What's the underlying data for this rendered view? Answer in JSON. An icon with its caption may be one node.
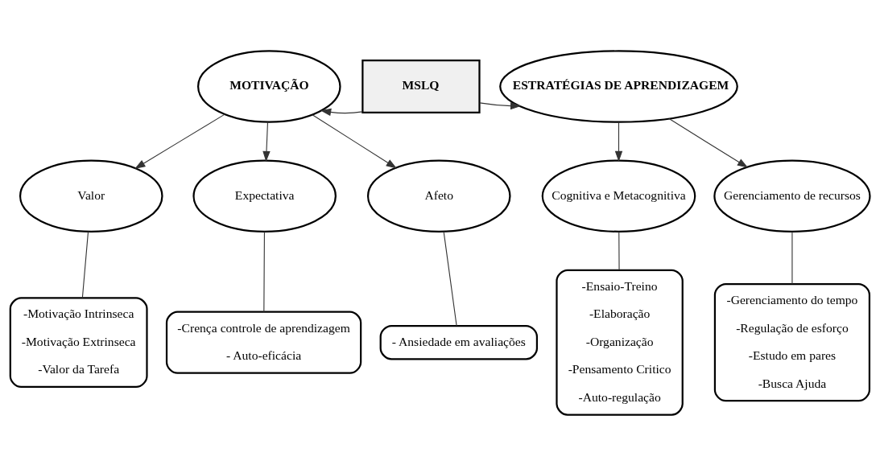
{
  "diagram": {
    "nodes": [
      {
        "text": [
          "MOTIVAÇÃO"
        ]
      },
      {
        "text": [
          "MSLQ"
        ]
      },
      {
        "text": [
          "ESTRATÉGIAS DE APRENDIZAGEM"
        ]
      },
      {
        "text": [
          "Valor"
        ]
      },
      {
        "text": [
          "Expectativa"
        ]
      },
      {
        "text": [
          "Afeto"
        ]
      },
      {
        "text": [
          "Cognitiva e Metacognitiva"
        ]
      },
      {
        "text": [
          "Gerenciamento de recursos"
        ]
      },
      {
        "text": [
          "-Motivação Intrinseca",
          "-Motivação Extrinseca",
          "-Valor da Tarefa"
        ]
      },
      {
        "text": [
          "-Crença controle de aprendizagem",
          "- Auto-eficácia"
        ]
      },
      {
        "text": [
          "- Ansiedade em avaliações"
        ]
      },
      {
        "text": [
          "-Ensaio-Treino",
          "-Elaboração",
          "-Organização",
          "-Pensamento Critico",
          "-Auto-regulação"
        ]
      },
      {
        "text": [
          "-Gerenciamento do tempo",
          "-Regulação de esforço",
          "-Estudo em pares",
          "-Busca Ajuda"
        ]
      }
    ],
    "edges": [
      {
        "from": 1,
        "to": 0,
        "arrow": "to"
      },
      {
        "from": 1,
        "to": 2,
        "arrow": "to"
      },
      {
        "from": 0,
        "to": 3,
        "arrow": "to"
      },
      {
        "from": 0,
        "to": 4,
        "arrow": "to"
      },
      {
        "from": 0,
        "to": 5,
        "arrow": "to"
      },
      {
        "from": 2,
        "to": 6,
        "arrow": "to"
      },
      {
        "from": 2,
        "to": 7,
        "arrow": "to"
      },
      {
        "from": 3,
        "to": 8,
        "arrow": "none"
      },
      {
        "from": 4,
        "to": 9,
        "arrow": "none"
      },
      {
        "from": 5,
        "to": 10,
        "arrow": "none"
      },
      {
        "from": 6,
        "to": 11,
        "arrow": "none"
      },
      {
        "from": 7,
        "to": 12,
        "arrow": "none"
      }
    ]
  }
}
